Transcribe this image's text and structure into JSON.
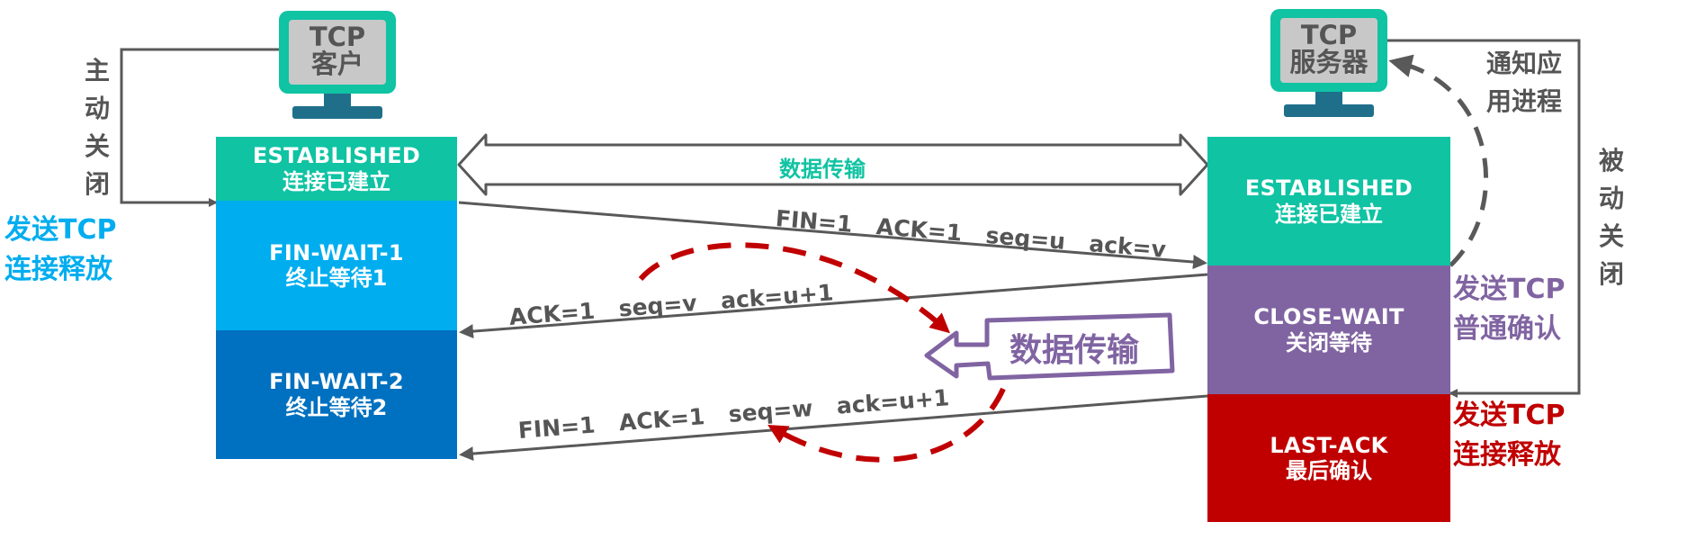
{
  "client": {
    "monitor_label_line1": "TCP",
    "monitor_label_line2": "客户",
    "side_label": "主动关闭",
    "action_label_line1": "发送TCP",
    "action_label_line2": "连接释放",
    "states": [
      {
        "en": "ESTABLISHED",
        "zh": "连接已建立"
      },
      {
        "en": "FIN-WAIT-1",
        "zh": "终止等待1"
      },
      {
        "en": "FIN-WAIT-2",
        "zh": "终止等待2"
      }
    ]
  },
  "server": {
    "monitor_label_line1": "TCP",
    "monitor_label_line2": "服务器",
    "notify_label": "通知应用进程",
    "side_label": "被动关闭",
    "ack_action_line1": "发送TCP",
    "ack_action_line2": "普通确认",
    "release_action_line1": "发送TCP",
    "release_action_line2": "连接释放",
    "states": [
      {
        "en": "ESTABLISHED",
        "zh": "连接已建立"
      },
      {
        "en": "CLOSE-WAIT",
        "zh": "关闭等待"
      },
      {
        "en": "LAST-ACK",
        "zh": "最后确认"
      }
    ]
  },
  "data_transfer_label": "数据传输",
  "callout_label": "数据传输",
  "messages": {
    "fin1": "FIN=1 ACK=1 seq=u ack=v",
    "ack1": "ACK=1 seq=v ack=u+1",
    "fin2": "FIN=1 ACK=1 seq=w ack=u+1"
  },
  "colors": {
    "established": "#0fc3a3",
    "fin_wait_1": "#00adef",
    "fin_wait_2": "#0070c0",
    "close_wait": "#8064a2",
    "last_ack": "#c00000",
    "arrow_gray": "#595959",
    "text_gray": "#555555",
    "dashed_red": "#c00000",
    "dashed_gray": "#595959",
    "client_action": "#00adef",
    "ack_action": "#8064a2",
    "release_action": "#c00000"
  }
}
